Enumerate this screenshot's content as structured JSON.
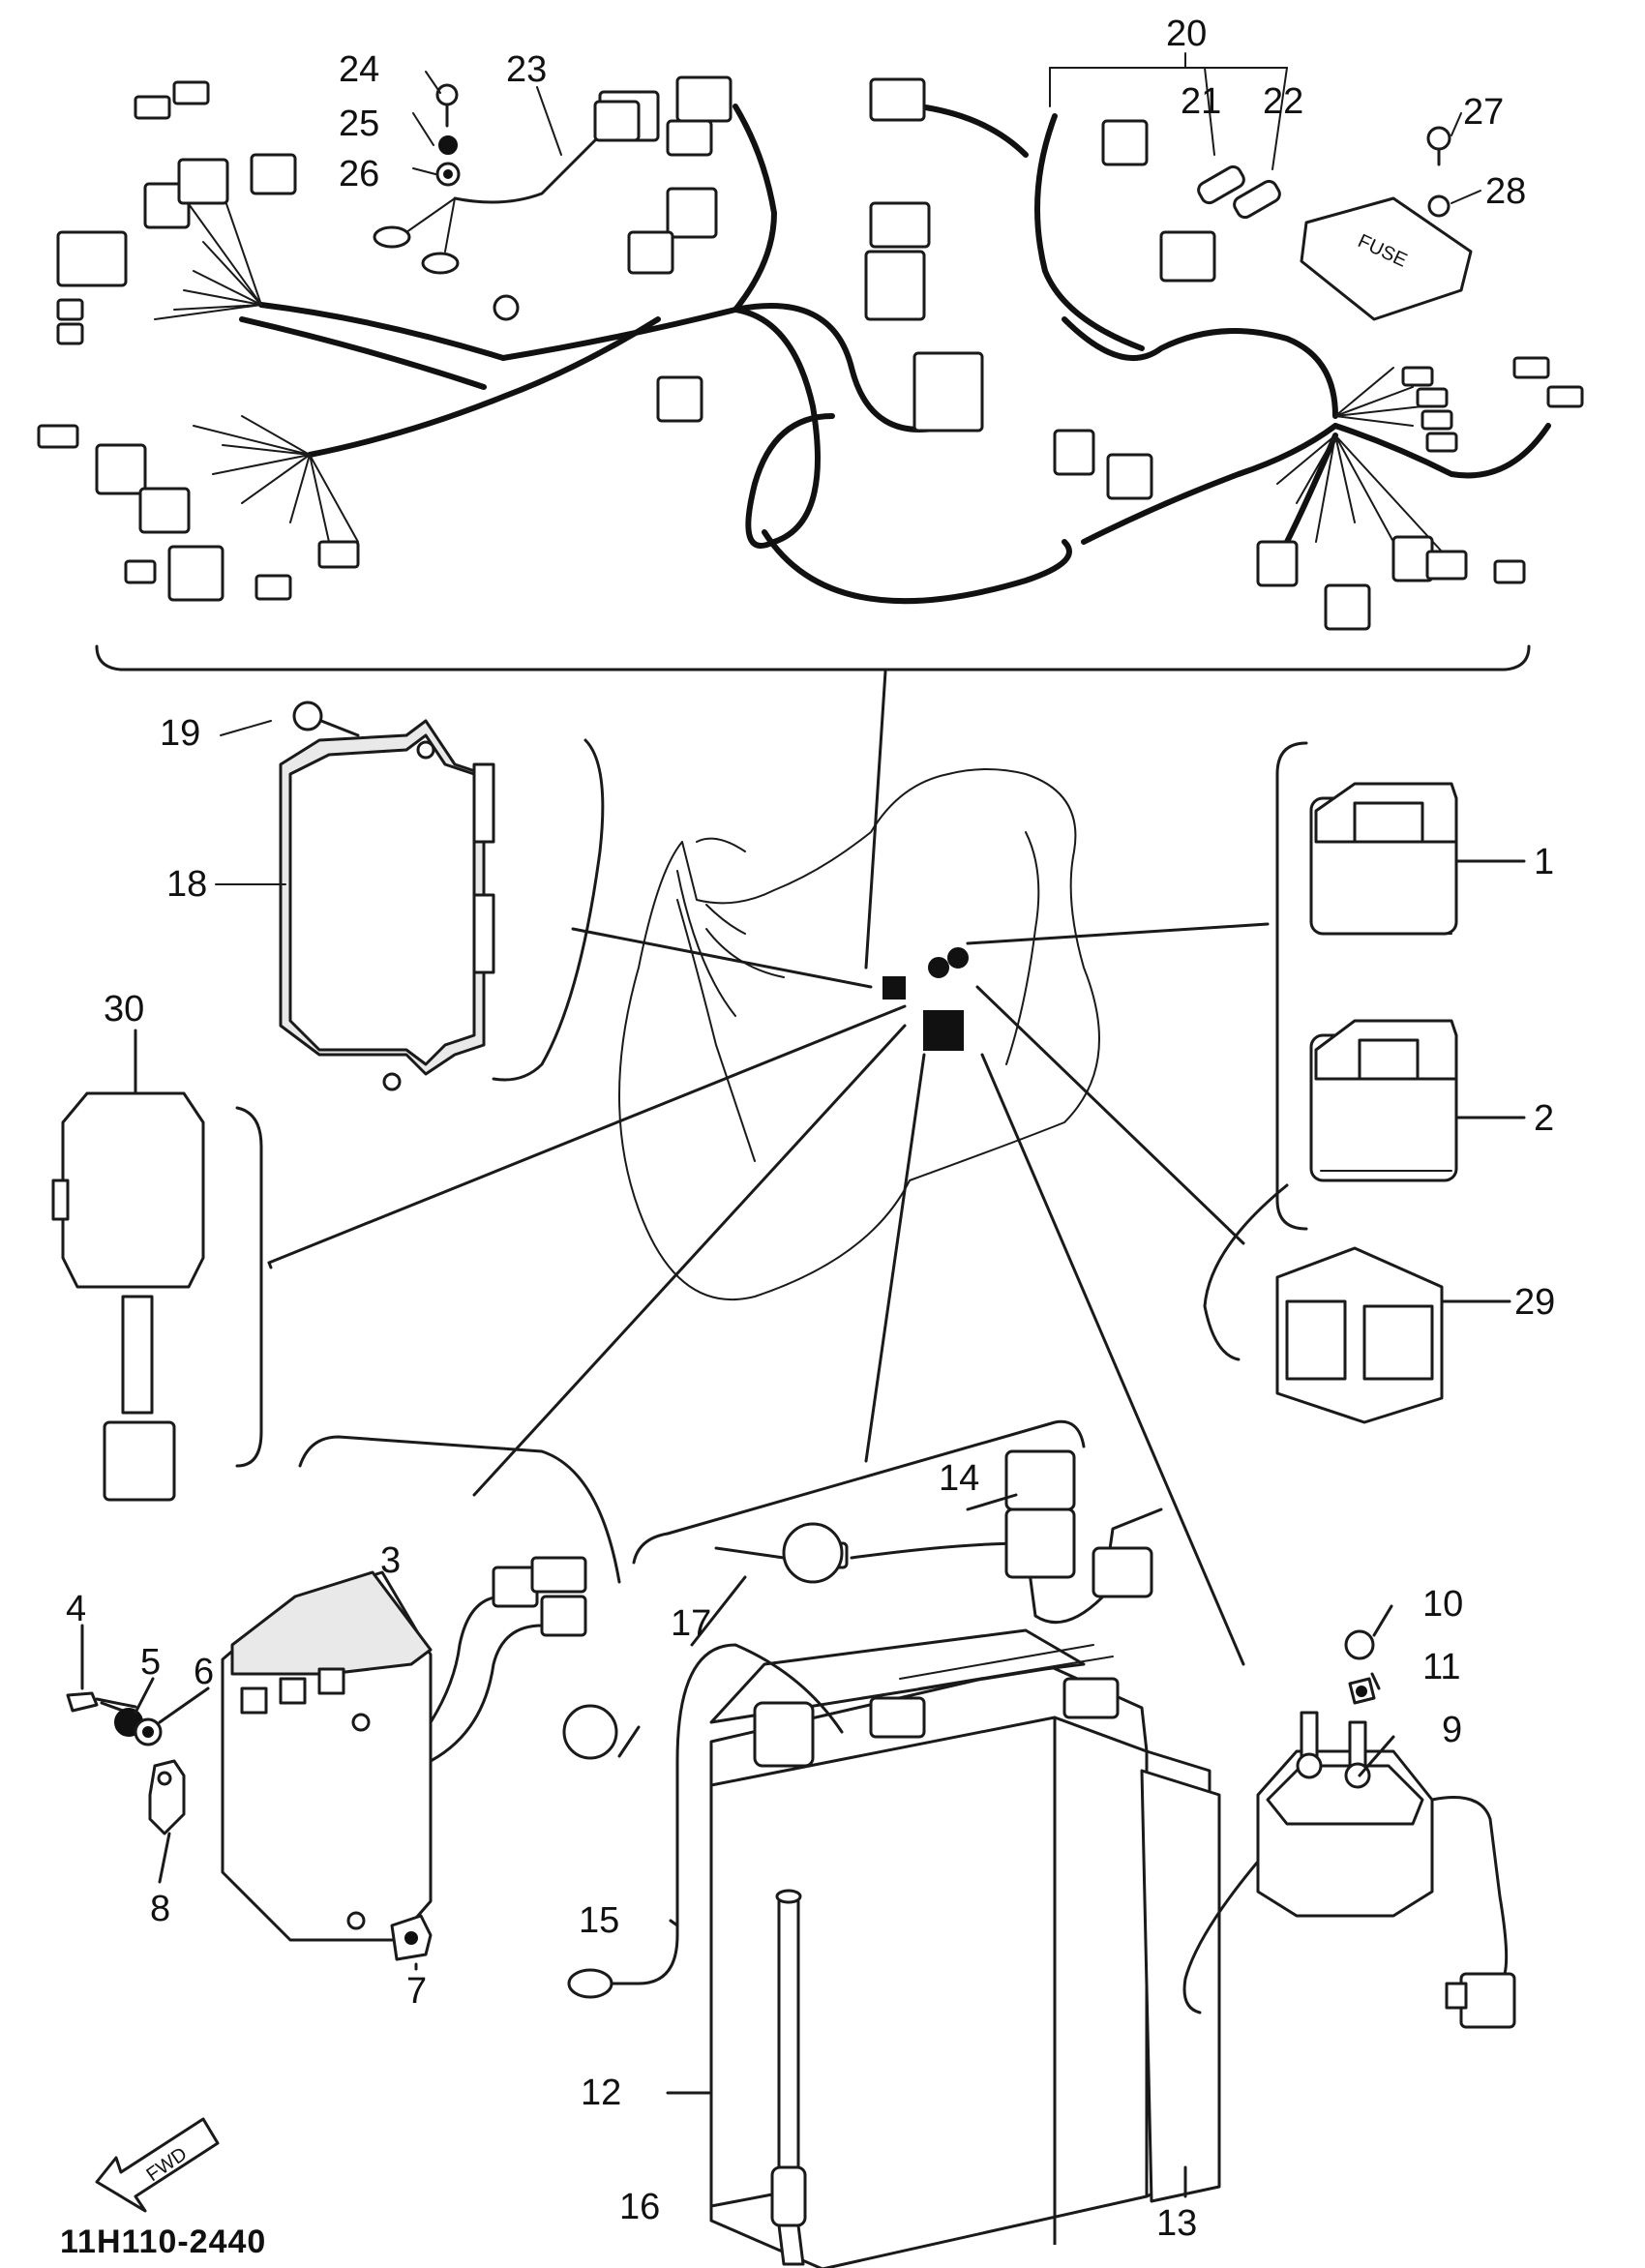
{
  "diagram": {
    "code": "11H110-2440",
    "fuse_label": "FUSE",
    "fwd_label": "FWD",
    "callouts": {
      "c1": "1",
      "c2": "2",
      "c3": "3",
      "c4": "4",
      "c5": "5",
      "c6": "6",
      "c7": "7",
      "c8": "8",
      "c9": "9",
      "c10": "10",
      "c11": "11",
      "c12": "12",
      "c13": "13",
      "c14": "14",
      "c15": "15",
      "c16": "16",
      "c17": "17",
      "c18": "18",
      "c19": "19",
      "c20": "20",
      "c21": "21",
      "c22": "22",
      "c23": "23",
      "c24": "24",
      "c25": "25",
      "c26": "26",
      "c27": "27",
      "c28": "28",
      "c29": "29",
      "c30": "30"
    }
  }
}
